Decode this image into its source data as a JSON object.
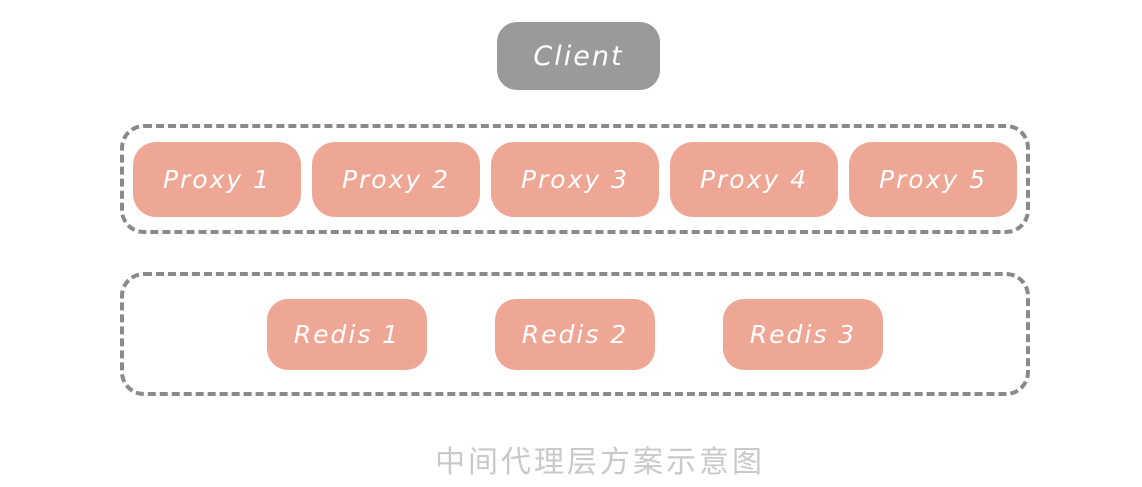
{
  "diagram": {
    "client": {
      "label": "Client"
    },
    "proxy_layer": {
      "nodes": [
        {
          "label": "Proxy 1"
        },
        {
          "label": "Proxy 2"
        },
        {
          "label": "Proxy 3"
        },
        {
          "label": "Proxy 4"
        },
        {
          "label": "Proxy 5"
        }
      ]
    },
    "redis_layer": {
      "nodes": [
        {
          "label": "Redis 1"
        },
        {
          "label": "Redis 2"
        },
        {
          "label": "Redis 3"
        }
      ]
    },
    "caption": "中间代理层方案示意图",
    "colors": {
      "client_fill": "#9a9a9a",
      "node_fill": "#efa795",
      "node_text": "#ffffff",
      "dashed_border": "#8a8a8a",
      "caption_text": "#c9c9c9",
      "background": "#ffffff"
    }
  }
}
